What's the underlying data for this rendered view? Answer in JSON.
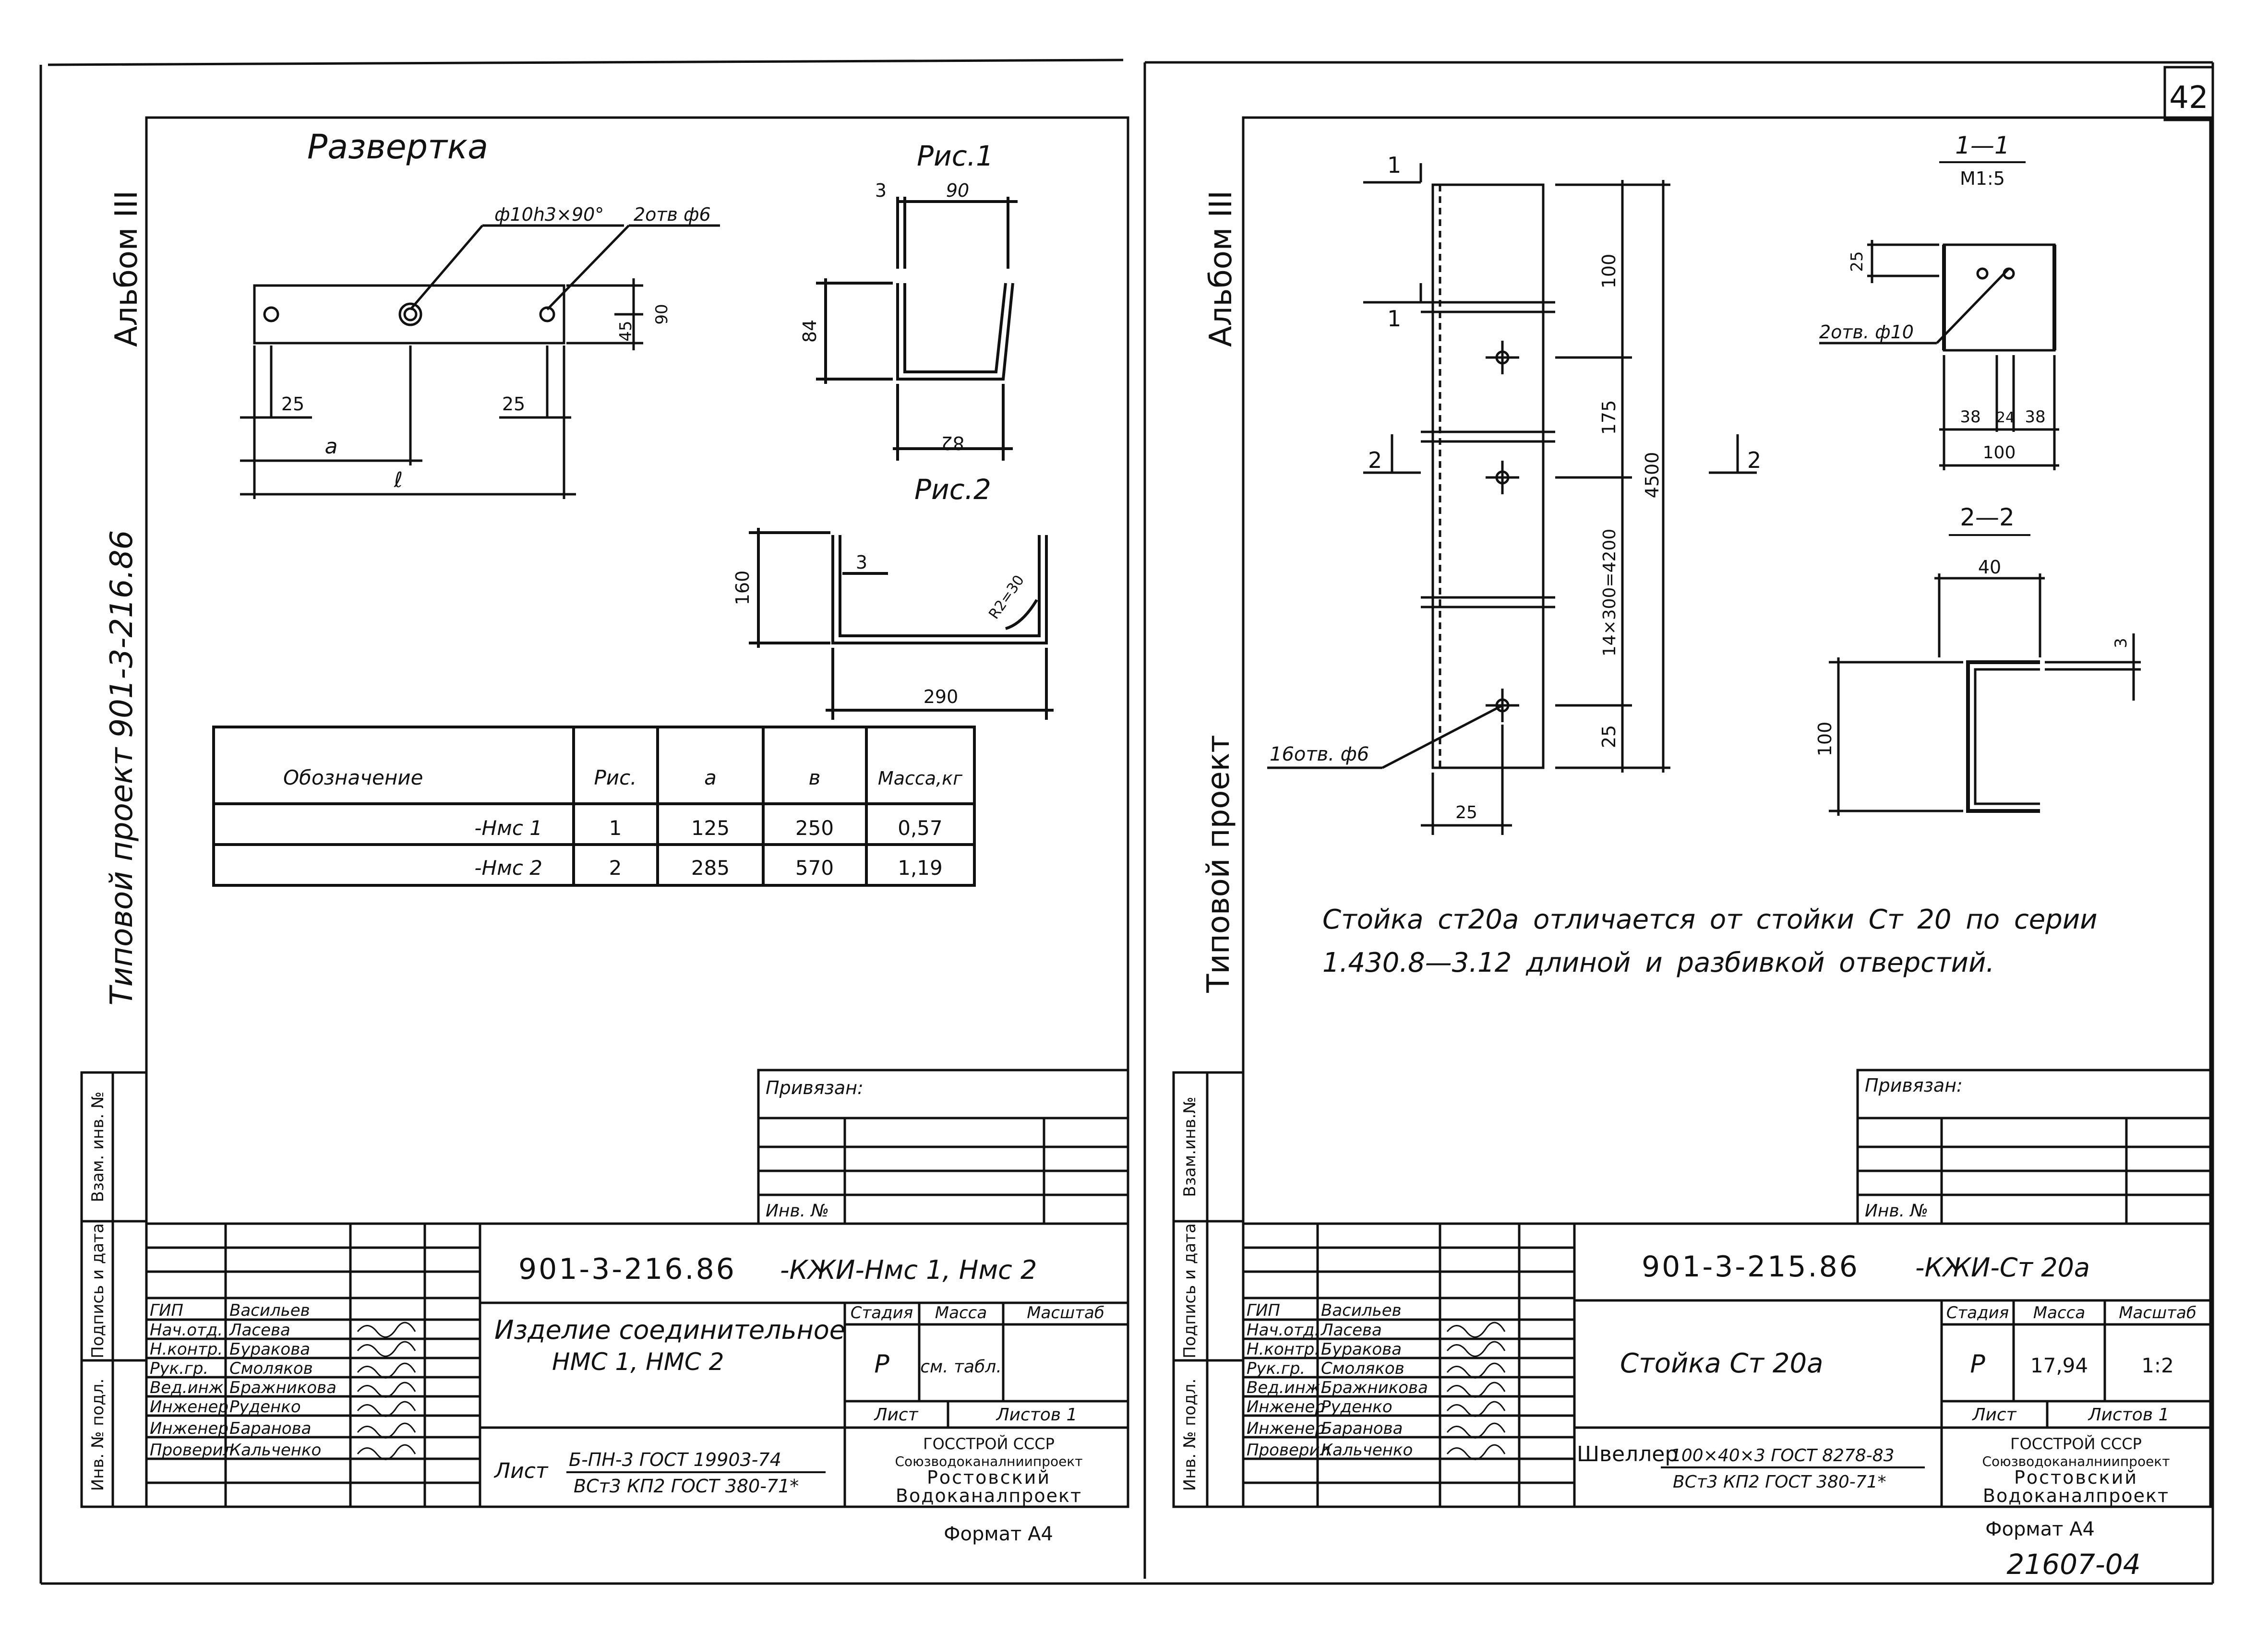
{
  "page_number": "42",
  "footer_code": "21607-04",
  "left": {
    "album": "Альбом III",
    "project": "Типовой проект 901-3-216.86",
    "side_labels": {
      "inv_vzam": "Взам. инв. №",
      "podpis": "Подпись и дата",
      "inv_podl": "Инв. № подл."
    },
    "razvertka": "Развертка",
    "hole_note1": "ф10h3×90°",
    "hole_note2": "2отв ф6",
    "dim_25a": "25",
    "dim_25b": "25",
    "dim_a": "a",
    "dim_l": "ℓ",
    "dim_45": "45",
    "dim_90v": "90",
    "ris1": "Рис.1",
    "r1_3": "3",
    "r1_90": "90",
    "r1_84": "84",
    "r1_82": "82",
    "ris2": "Рис.2",
    "r2_160": "160",
    "r2_3": "3",
    "r2_r": "R2=30",
    "r2_290": "290",
    "table": {
      "headers": [
        "Обозначение",
        "Рис.",
        "a",
        "в",
        "Масса,кг"
      ],
      "rows": [
        [
          "-Нмс 1",
          "1",
          "125",
          "250",
          "0,57"
        ],
        [
          "-Нмс 2",
          "2",
          "285",
          "570",
          "1,19"
        ]
      ]
    },
    "privyazan": "Привязан:",
    "inv_no": "Инв. №",
    "doc_code": "901-3-216.86",
    "doc_suffix": "-КЖИ-Нмс 1, Нмс 2",
    "staff": [
      {
        "role": "ГИП",
        "name": "Васильев"
      },
      {
        "role": "Нач.отд.",
        "name": "Ласева"
      },
      {
        "role": "Н.контр.",
        "name": "Буракова"
      },
      {
        "role": "Рук.гр.",
        "name": "Смоляков"
      },
      {
        "role": "Вед.инж.",
        "name": "Бражникова"
      },
      {
        "role": "Инженер",
        "name": "Руденко"
      },
      {
        "role": "Инженер",
        "name": "Баранова"
      },
      {
        "role": "Проверил",
        "name": "Кальченко"
      }
    ],
    "item_title": "Изделие соединительное",
    "item_sub": "НМС 1, НМС 2",
    "stadia_h": "Стадия",
    "massa_h": "Масса",
    "masshtab_h": "Масштаб",
    "stadia_v": "Р",
    "massa_v": "см. табл.",
    "masshtab_v": "",
    "list_h": "Лист",
    "listov_h": "Листов 1",
    "material_label": "Лист",
    "material_1": "Б-ПН-3 ГОСТ 19903-74",
    "material_2": "ВСт3 КП2 ГОСТ 380-71*",
    "org_1": "ГОССТРОЙ СССР",
    "org_2": "Союзводоканалниипроект",
    "org_3": "Ростовский",
    "org_4": "Водоканалпроект",
    "format": "Формат А4"
  },
  "right": {
    "album": "Альбом III",
    "project": "Типовой проект",
    "side_labels": {
      "inv_vzam": "Взам.инв.№",
      "podpis": "Подпись и дата",
      "inv_podl": "Инв. № подл."
    },
    "sec_1": "1",
    "sec_1b": "1",
    "sec_2": "2",
    "sec_2b": "2",
    "dim_100": "100",
    "dim_175": "175",
    "dim_4500": "4500",
    "dim_14x300": "14×300=4200",
    "dim_25v": "25",
    "dim_25h": "25",
    "holes_note": "16отв. ф6",
    "s11_title": "1—1",
    "s11_scale": "М1:5",
    "s11_25": "25",
    "s11_holes": "2отв. ф10",
    "s11_38a": "38",
    "s11_24": "24",
    "s11_38b": "38",
    "s11_100": "100",
    "s22_title": "2—2",
    "s22_40": "40",
    "s22_3": "3",
    "s22_100": "100",
    "note_1": "Стойка ст20а отличается от стойки Ст 20 по серии",
    "note_2": "1.430.8—3.12 длиной и разбивкой отверстий.",
    "privyazan": "Привязан:",
    "inv_no": "Инв. №",
    "doc_code": "901-3-215.86",
    "doc_suffix": "-КЖИ-Ст 20а",
    "staff": [
      {
        "role": "ГИП",
        "name": "Васильев"
      },
      {
        "role": "Нач.отд.",
        "name": "Ласева"
      },
      {
        "role": "Н.контр.",
        "name": "Буракова"
      },
      {
        "role": "Рук.гр.",
        "name": "Смоляков"
      },
      {
        "role": "Вед.инж.",
        "name": "Бражникова"
      },
      {
        "role": "Инженер",
        "name": "Руденко"
      },
      {
        "role": "Инженер",
        "name": "Баранова"
      },
      {
        "role": "Проверил",
        "name": "Кальченко"
      }
    ],
    "item_title": "Стойка   Ст 20а",
    "stadia_h": "Стадия",
    "massa_h": "Масса",
    "masshtab_h": "Масштаб",
    "stadia_v": "Р",
    "massa_v": "17,94",
    "masshtab_v": "1:2",
    "list_h": "Лист",
    "listov_h": "Листов 1",
    "material_label": "Швеллер",
    "material_1": "100×40×3 ГОСТ 8278-83",
    "material_2": "ВСт3 КП2 ГОСТ 380-71*",
    "org_1": "ГОССТРОЙ СССР",
    "org_2": "Союзводоканалниипроект",
    "org_3": "Ростовский",
    "org_4": "Водоканалпроект",
    "format": "Формат А4"
  }
}
